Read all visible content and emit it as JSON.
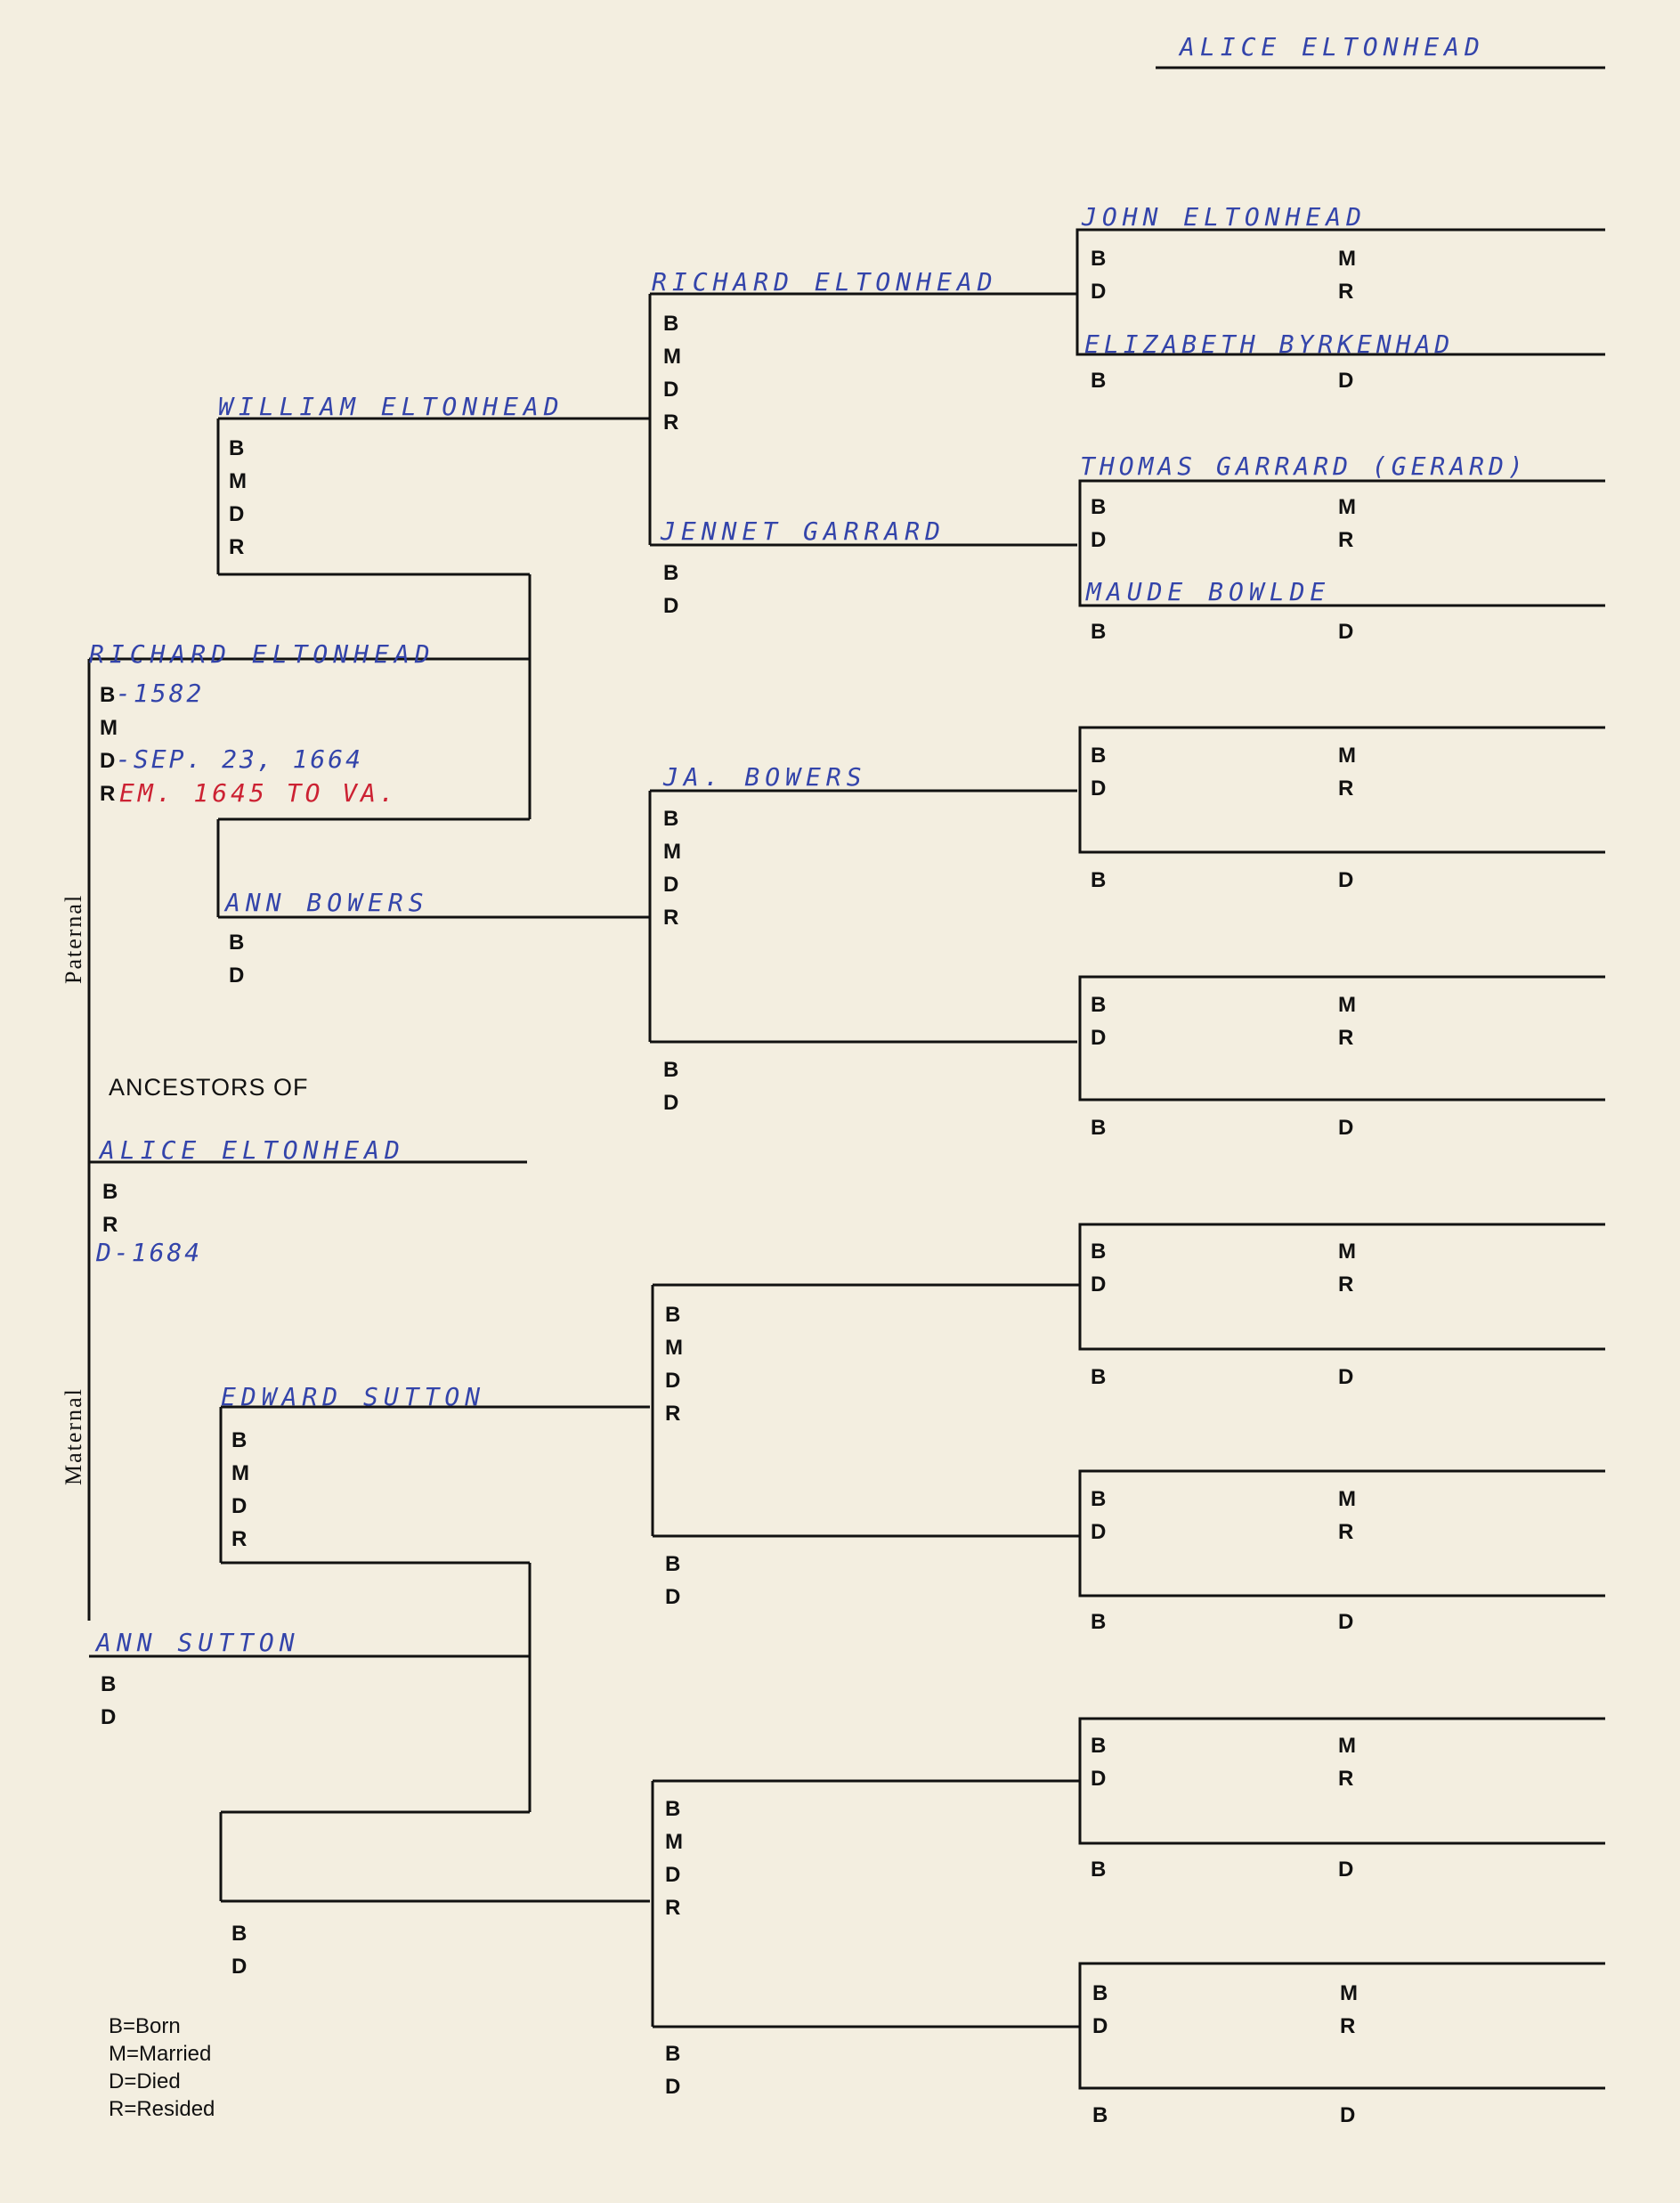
{
  "header": {
    "title": "ALICE ELTONHEAD"
  },
  "subject": {
    "ancestors_of": "ANCESTORS OF",
    "name": "ALICE ELTONHEAD",
    "died": "D-1684"
  },
  "side_labels": {
    "paternal": "Paternal",
    "maternal": "Maternal"
  },
  "gen1": {
    "father": {
      "name": "RICHARD ELTONHEAD",
      "born": "-1582",
      "died": "-SEP. 23, 1664",
      "resided": "EM. 1645 TO VA."
    },
    "mother": {
      "name": "ANN SUTTON"
    }
  },
  "gen2": {
    "paternal_grandfather": {
      "name": "WILLIAM ELTONHEAD"
    },
    "paternal_grandmother": {
      "name": "ANN BOWERS"
    },
    "maternal_grandfather": {
      "name": "EDWARD SUTTON"
    }
  },
  "gen3": {
    "ggf1": {
      "name": "RICHARD ELTONHEAD"
    },
    "ggm1": {
      "name": "JENNET GARRARD"
    },
    "ggf2": {
      "name": "JA. BOWERS"
    }
  },
  "gen4": {
    "g1": {
      "name": "JOHN ELTONHEAD"
    },
    "g2": {
      "name": "ELIZABETH BYRKENHAD"
    },
    "g3": {
      "name": "THOMAS GARRARD (GERARD)"
    },
    "g4": {
      "name": "MAUDE BOWLDE"
    }
  },
  "field_letters": {
    "b": "B",
    "m": "M",
    "d": "D",
    "r": "R"
  },
  "legend": {
    "born": "B=Born",
    "married": "M=Married",
    "died": "D=Died",
    "resided": "R=Resided"
  }
}
